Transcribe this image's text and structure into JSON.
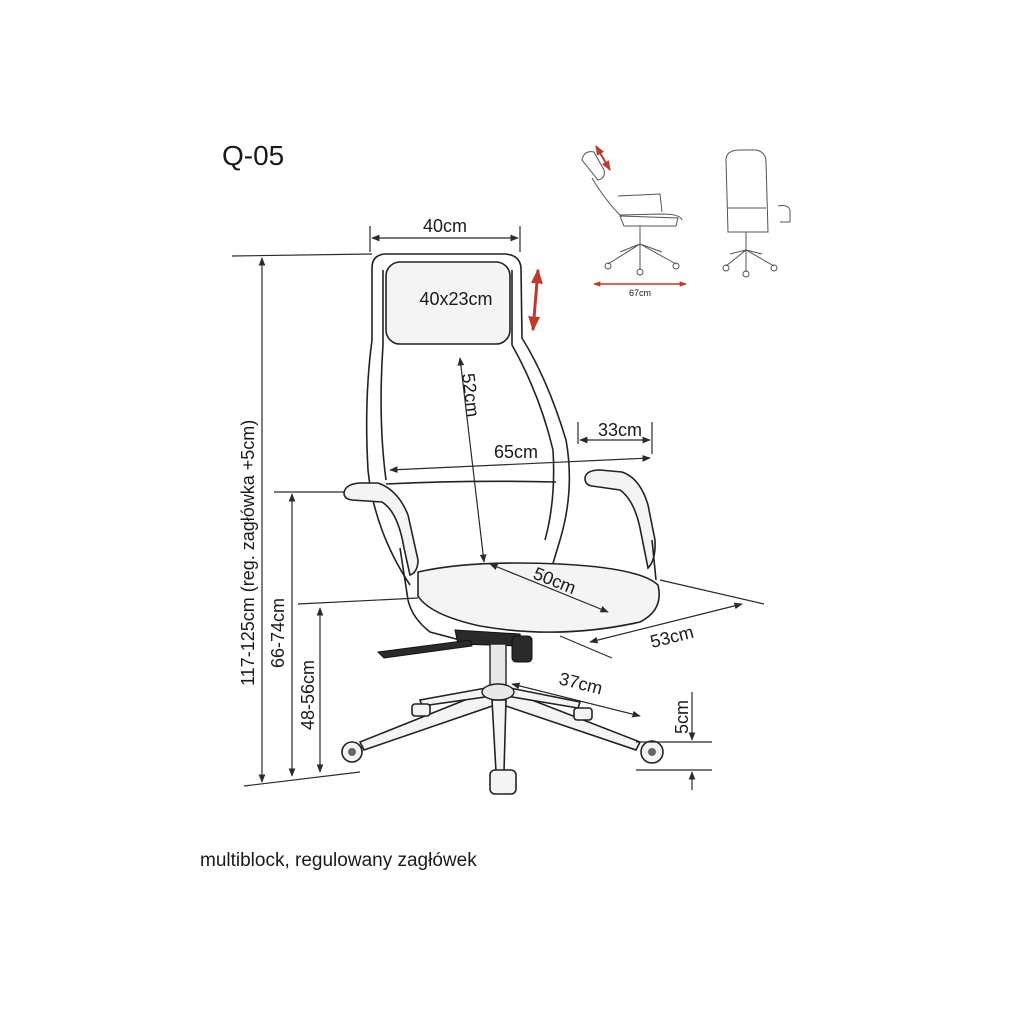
{
  "product": {
    "model": "Q-05",
    "caption": "multiblock, regulowany zagłówek"
  },
  "dimensions": {
    "headrest_width": "40cm",
    "headrest_size": "40x23cm",
    "backrest_height": "52cm",
    "armrest_length": "33cm",
    "width_between": "65cm",
    "seat_depth": "50cm",
    "total_depth": "53cm",
    "base_radius": "37cm",
    "wheel_height": "5cm",
    "total_height": "117-125cm (reg. zagłówka +5cm)",
    "armrest_height": "66-74cm",
    "seat_height": "48-56cm",
    "thumb_width": "67cm"
  },
  "colors": {
    "line": "#2b2b2b",
    "adjust_arrow": "#c0392b"
  },
  "icons": [
    "headrest-adjust-arrow-icon",
    "recline-arrow-icon"
  ]
}
